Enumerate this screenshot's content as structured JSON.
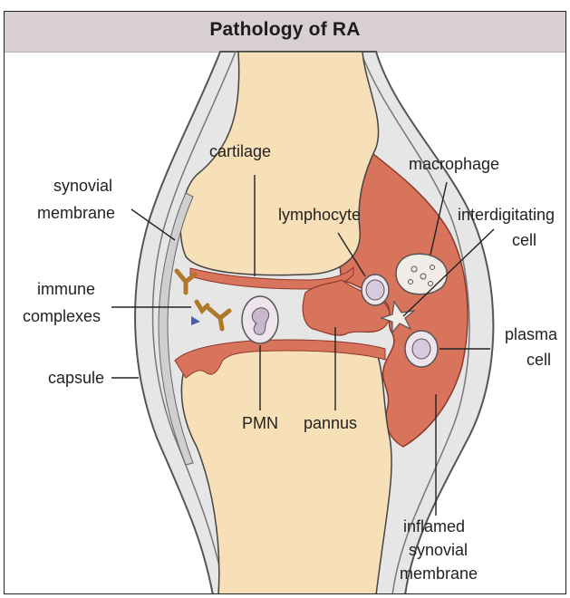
{
  "header": {
    "title": "Pathology of RA"
  },
  "labels": {
    "cartilage": "cartilage",
    "macrophage": "macrophage",
    "synovial_membrane": [
      "synovial",
      "membrane"
    ],
    "lymphocyte": "lymphocyte",
    "interdigitating_cell": [
      "interdigitating",
      "cell"
    ],
    "immune_complexes": [
      "immune",
      "complexes"
    ],
    "plasma_cell": [
      "plasma",
      "cell"
    ],
    "capsule": "capsule",
    "pmn": "PMN",
    "pannus": "pannus",
    "inflamed_synovial_membrane": [
      "inflamed",
      "synovial",
      "membrane"
    ]
  },
  "colors": {
    "bone": "#f7dfb7",
    "inflamed_tissue": "#d8735c",
    "capsule": "#e3e3e3",
    "outline": "#333333",
    "header_bg": "#d8cfd3"
  }
}
